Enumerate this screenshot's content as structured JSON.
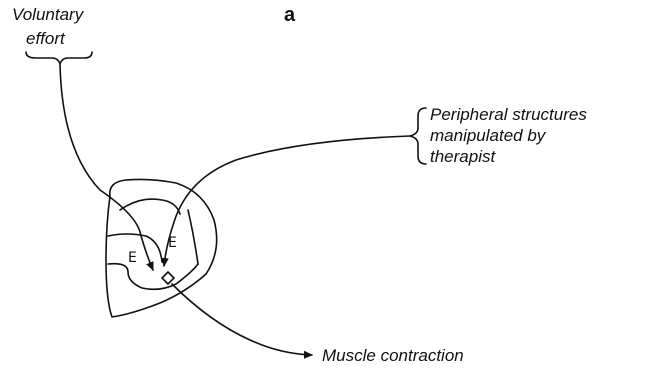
{
  "panel_label": "a",
  "inputs": {
    "voluntary_line1": "Voluntary",
    "voluntary_line2": "effort",
    "peripheral_line1": "Peripheral structures",
    "peripheral_line2": "manipulated by",
    "peripheral_line3": "therapist"
  },
  "regions": {
    "left_label": "E",
    "right_label": "E"
  },
  "output": {
    "label": "Muscle contraction"
  }
}
